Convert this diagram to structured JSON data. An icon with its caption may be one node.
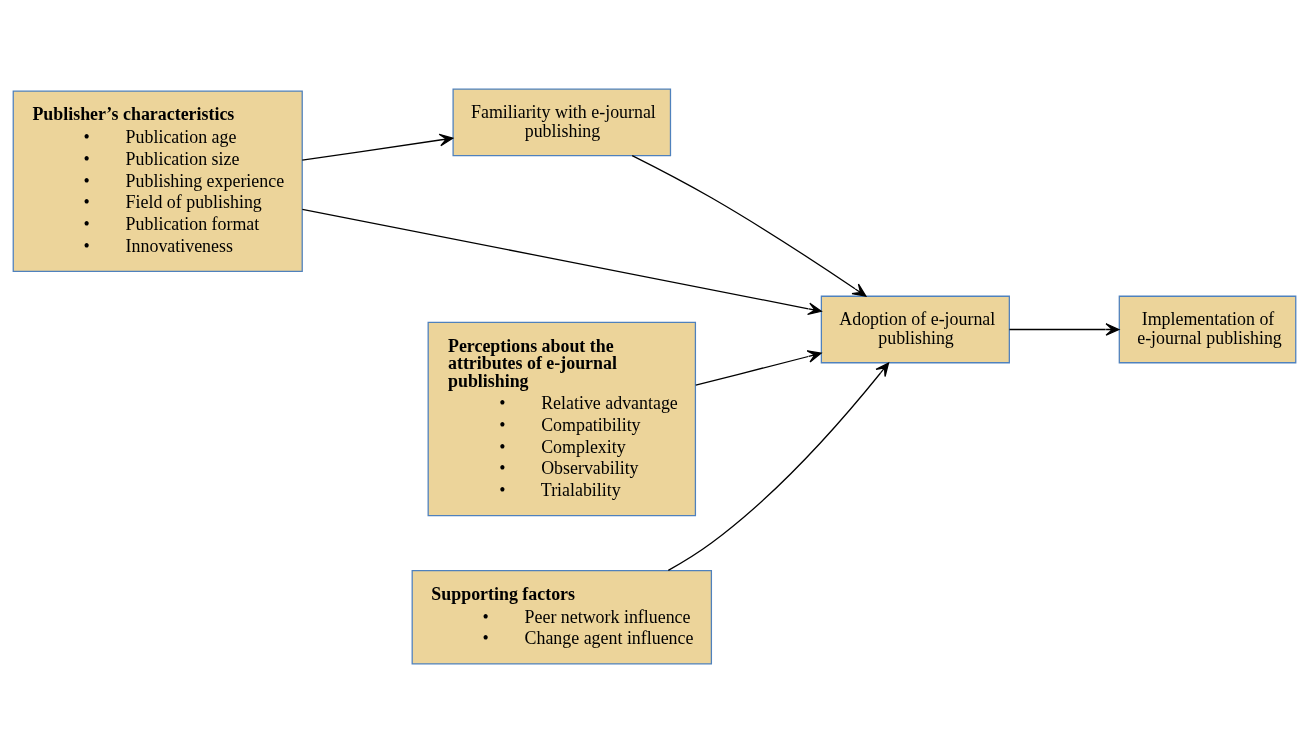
{
  "diagram": {
    "nodes": [
      {
        "text": [
          "Publisher’s characteristics",
          "•        Publication age",
          "•        Publication size",
          "•        Publishing experience",
          "•        Field of publishing",
          "•        Publication format",
          "•        Innovativeness"
        ]
      },
      {
        "text": [
          "Familiarity with e-journal publishing"
        ]
      },
      {
        "text": [
          "Perceptions about the attributes of e-journal publishing",
          "•        Relative advantage",
          "•        Compatibility",
          "•        Complexity",
          "•        Observability",
          "•        Trialability"
        ]
      },
      {
        "text": [
          "Adoption of e-journal publishing"
        ]
      },
      {
        "text": [
          "Implementation of e-journal publishing"
        ]
      },
      {
        "text": [
          "Supporting factors",
          "•        Peer network influence",
          "•        Change agent influence"
        ]
      }
    ],
    "edges": [
      {
        "from": 0,
        "to": 1,
        "arrow": "to"
      },
      {
        "from": 0,
        "to": 3,
        "arrow": "to"
      },
      {
        "from": 1,
        "to": 3,
        "arrow": "to"
      },
      {
        "from": 2,
        "to": 3,
        "arrow": "to"
      },
      {
        "from": 3,
        "to": 4,
        "arrow": "to"
      },
      {
        "from": 5,
        "to": 3,
        "arrow": "to"
      }
    ]
  }
}
